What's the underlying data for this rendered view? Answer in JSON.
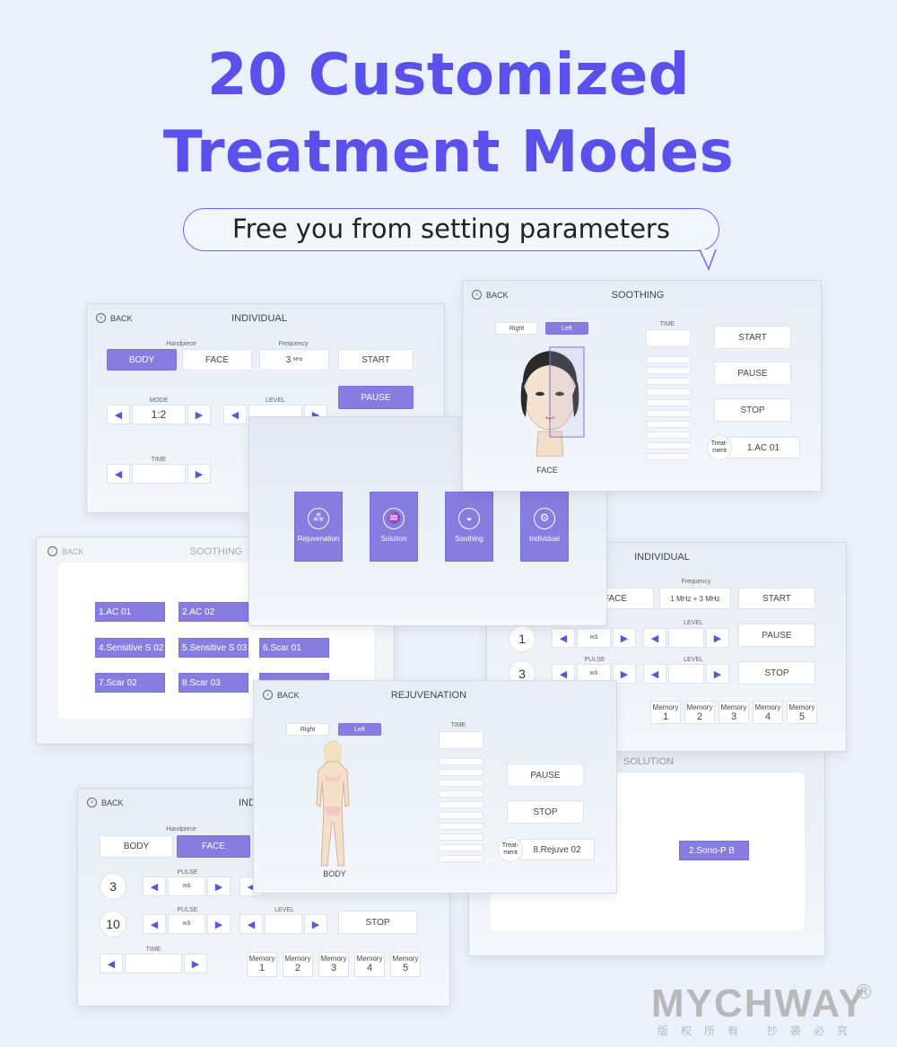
{
  "headline": {
    "line1": "20 Customized",
    "line2": "Treatment Modes",
    "subtitle": "Free you from setting parameters"
  },
  "common": {
    "back": "BACK",
    "start": "START",
    "pause": "PAUSE",
    "stop": "STOP",
    "handpiece": "Handpiece",
    "frequency": "Frequency",
    "mode": "MODE",
    "level": "LEVEL",
    "time": "TIME",
    "pulse": "PULSE",
    "ms": "mS",
    "mhz": "MHz",
    "right": "Right",
    "left": "Left",
    "body": "BODY",
    "face": "FACE",
    "treatment": "Treat-\nment",
    "memory": "Memory"
  },
  "p1": {
    "title": "INDIVIDUAL",
    "btn_body": "BODY",
    "btn_face": "FACE",
    "freq_value": "3",
    "mode_value": "1:2"
  },
  "p2": {
    "title": "SOOTHING",
    "caption": "FACE",
    "treat_value": "1.AC 01"
  },
  "p3": {
    "title": "SOOTHING",
    "items": [
      "1.AC 01",
      "2.AC 02",
      "4.Sensitive S 02",
      "5.Sensitive S 03",
      "6.Scar 01",
      "7.Scar 02",
      "8.Scar 03"
    ]
  },
  "p4": {
    "modes": [
      "Rejuvenation",
      "Solution",
      "Soothing",
      "Individual"
    ]
  },
  "p5": {
    "title": "INDIVIDUAL",
    "face": "FACE",
    "freq_value": "1 MHz + 3 MHz",
    "dial1": "1",
    "dial2": "3",
    "memories": [
      "1",
      "2",
      "3",
      "4",
      "5"
    ]
  },
  "p6": {
    "title": "SOLUTION",
    "item": "2.Sono-P B"
  },
  "p7": {
    "title": "INDI",
    "btn_body": "BODY",
    "btn_face": "FACE",
    "dial1": "3",
    "dial2": "10",
    "memories": [
      "1",
      "2",
      "3",
      "4",
      "5"
    ]
  },
  "p8": {
    "title": "REJUVENATION",
    "caption": "BODY",
    "treat_value": "8.Rejuve 02"
  },
  "logo": {
    "text": "MYCHWAY",
    "sub": "版权所有 抄袭必究",
    "mark": "®"
  },
  "colors": {
    "accent": "#5a50ec",
    "tile": "#877de0"
  }
}
